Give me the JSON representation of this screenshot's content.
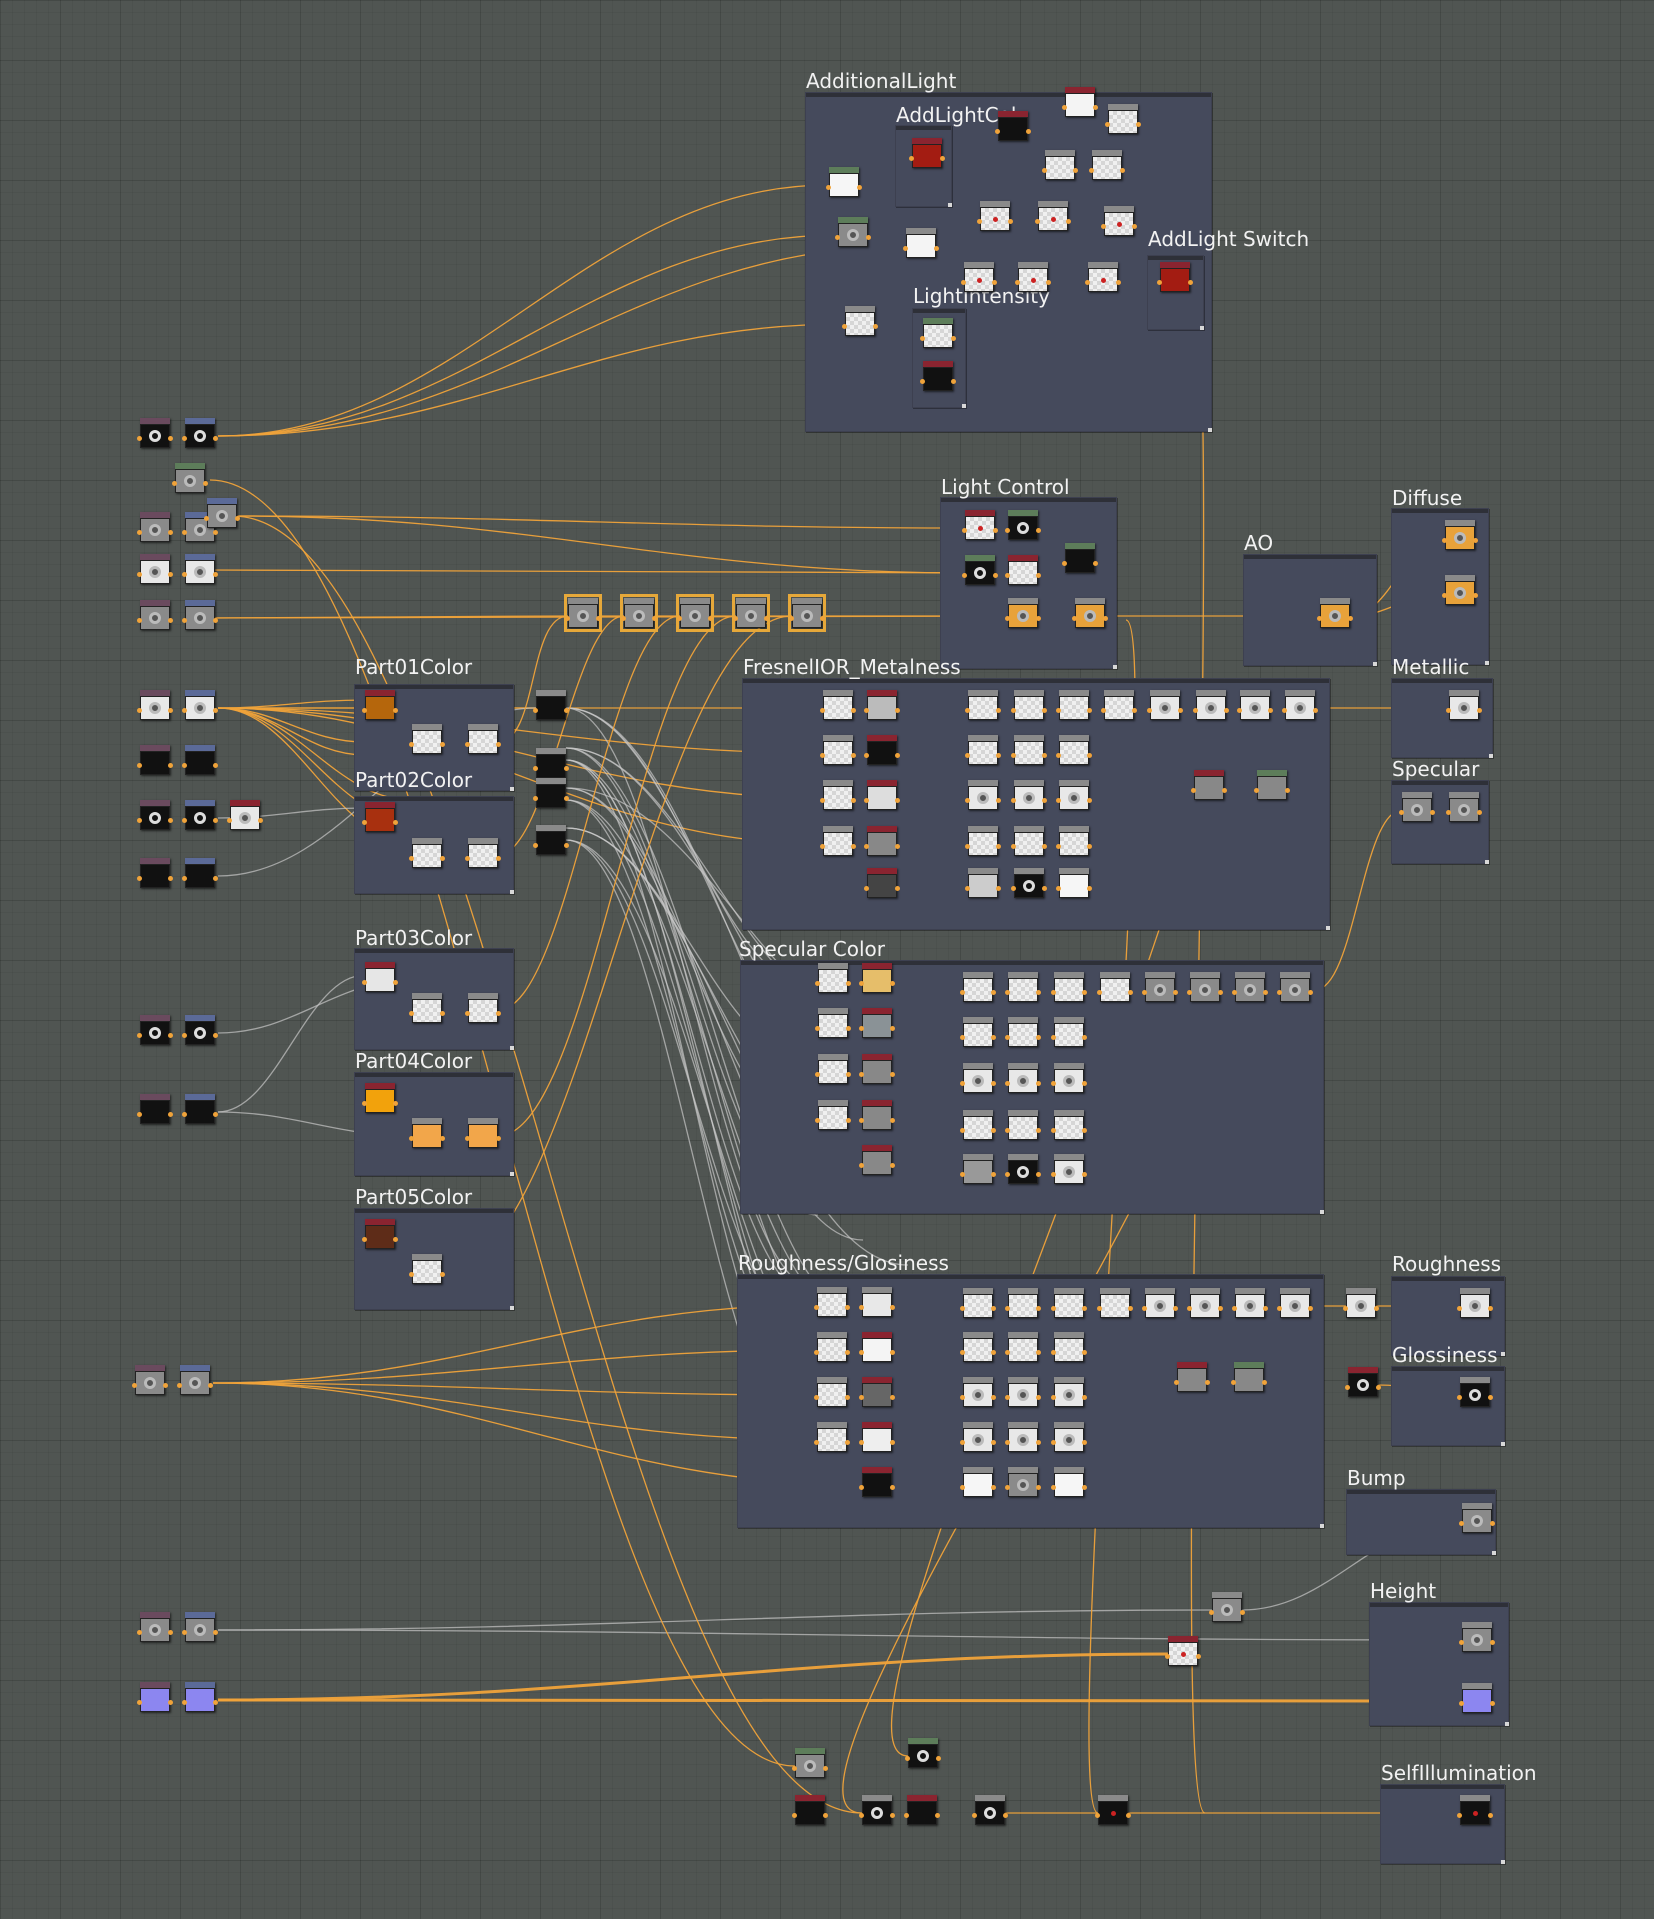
{
  "window_title": "Substance Designer Graph",
  "frames": [
    {
      "id": "additional-light",
      "title": "AdditionalLight"
    },
    {
      "id": "add-light-color",
      "title": "AddLightCol"
    },
    {
      "id": "add-light-switch",
      "title": "AddLight Switch"
    },
    {
      "id": "light-intensity",
      "title": "LightIntensity"
    },
    {
      "id": "light-control",
      "title": "Light Control"
    },
    {
      "id": "ao",
      "title": "AO"
    },
    {
      "id": "diffuse",
      "title": "Diffuse"
    },
    {
      "id": "metallic",
      "title": "Metallic"
    },
    {
      "id": "specular",
      "title": "Specular"
    },
    {
      "id": "part01",
      "title": "Part01Color"
    },
    {
      "id": "part02",
      "title": "Part02Color"
    },
    {
      "id": "part03",
      "title": "Part03Color"
    },
    {
      "id": "part04",
      "title": "Part04Color"
    },
    {
      "id": "part05",
      "title": "Part05Color"
    },
    {
      "id": "fresnel",
      "title": "FresnelIOR_Metalness"
    },
    {
      "id": "specular-color",
      "title": "Specular Color"
    },
    {
      "id": "roughness-glossiness",
      "title": "Roughness/Glosiness"
    },
    {
      "id": "roughness",
      "title": "Roughness"
    },
    {
      "id": "glossiness",
      "title": "Glossiness"
    },
    {
      "id": "bump",
      "title": "Bump"
    },
    {
      "id": "height",
      "title": "Height"
    },
    {
      "id": "self-illumination",
      "title": "SelfIllumination"
    }
  ],
  "colors": {
    "background": "#505552",
    "frame": "#454a5c",
    "wire_orange": "#f0a33a",
    "wire_gray": "#c8c8c8",
    "selection": "#e6a83a"
  }
}
